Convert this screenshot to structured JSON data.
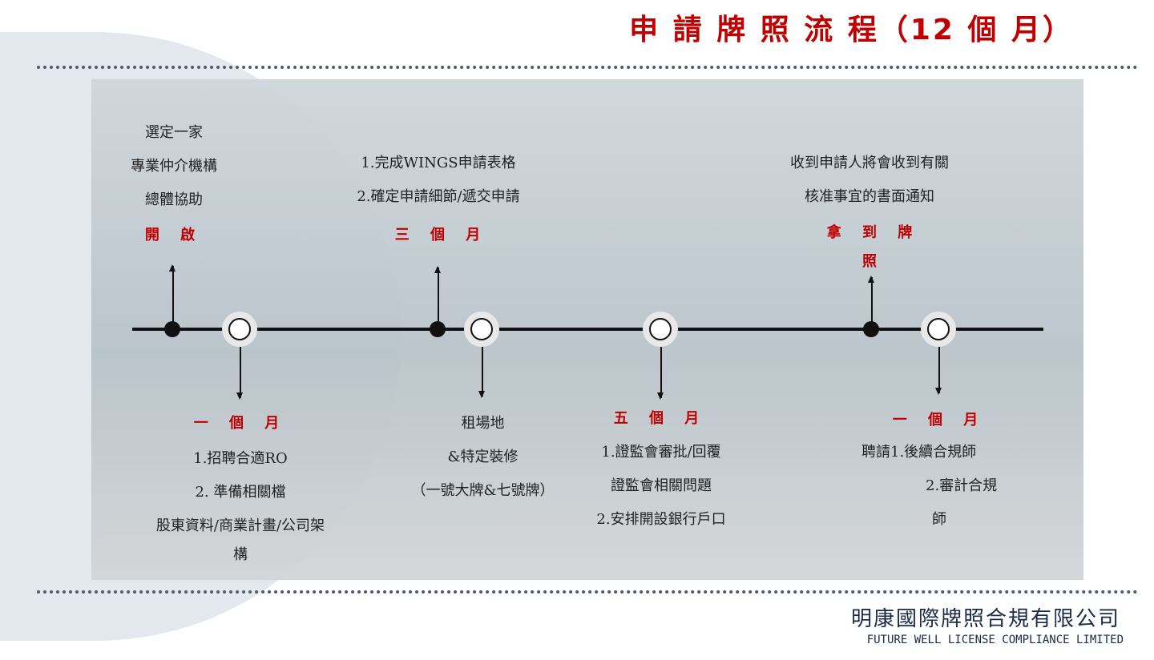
{
  "title": "申 請 牌 照 流 程（12 個 月）",
  "steps_top": [
    {
      "label": "開 啟",
      "lines": [
        "選定一家",
        "專業仲介機構",
        "總體協助"
      ]
    },
    {
      "label": "三 個 月",
      "lines": [
        "1.完成WINGS申請表格",
        "2.確定申請細節/遞交申請"
      ]
    },
    {
      "label": "拿 到 牌",
      "label2": "照",
      "lines": [
        "收到申請人將會收到有關",
        "核准事宜的書面通知"
      ]
    }
  ],
  "steps_bottom": [
    {
      "label": "一 個 月",
      "lines": [
        "1.招聘合適RO",
        "2.  準備相關檔",
        "股東資料/商業計畫/公司架",
        "構"
      ]
    },
    {
      "label": "",
      "lines": [
        "租場地",
        "&特定裝修",
        "（一號大牌&七號牌）"
      ]
    },
    {
      "label": "五 個 月",
      "lines": [
        "1.證監會審批/回覆",
        "證監會相關問題",
        "2.安排開設銀行戶口"
      ]
    },
    {
      "label": "一 個 月",
      "lines": [
        "聘請1.後續合規師",
        "2.審計合規",
        "師"
      ]
    }
  ],
  "company": {
    "name_zh": "明康國際牌照合規有限公司",
    "name_en": "FUTURE WELL LICENSE COMPLIANCE LIMITED"
  },
  "colors": {
    "accent": "#c00000",
    "navy": "#1b2a4a"
  }
}
